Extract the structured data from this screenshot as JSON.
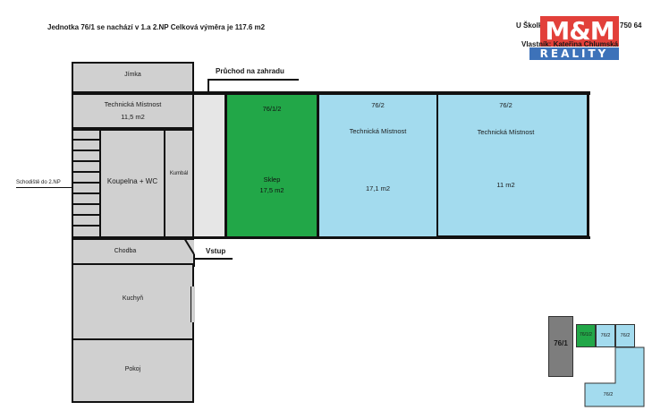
{
  "header": {
    "title": "Jednotka 76/1 se nachází v 1.a 2.NP Celková výměra je 117.6 m2",
    "address_line": "U Školky 76/",
    "address_suffix": "750 64",
    "owner_line": "Vlastník: Kateřina Chlumská"
  },
  "logo": {
    "brand": "M&M",
    "tagline": "REALITY",
    "colors": {
      "red": "#e2403a",
      "blue": "#3d72b9"
    }
  },
  "plan": {
    "jimka": "Jímka",
    "pruchod": "Průchod na zahradu",
    "tech_left_name": "Technická Místnost",
    "tech_left_area": "11,5 m2",
    "schodiste": "Schodiště do 2.NP",
    "koupelna": "Koupelna + WC",
    "kumbal": "Kumbál",
    "chodba": "Chodba",
    "vstup": "Vstup",
    "kuchyn": "Kuchyň",
    "pokoj": "Pokoj",
    "sklep_id": "76/1/2",
    "sklep_name": "Sklep",
    "sklep_area": "17,5 m2",
    "tm2_id": "76/2",
    "tm2_name": "Technická Místnost",
    "tm2_area": "17,1 m2",
    "tm3_id": "76/2",
    "tm3_name": "Technická Místnost",
    "tm3_area": "11 m2"
  },
  "minimap": {
    "unit_main": "76/1",
    "unit_small": "76/1/2",
    "unit_a": "76/2",
    "unit_b": "76/2",
    "unit_c": "76/2"
  },
  "colors": {
    "gray_room": "#d0d0d0",
    "green_room": "#22a748",
    "blue_room": "#a3dbee",
    "dark_unit": "#7d7d7d"
  }
}
